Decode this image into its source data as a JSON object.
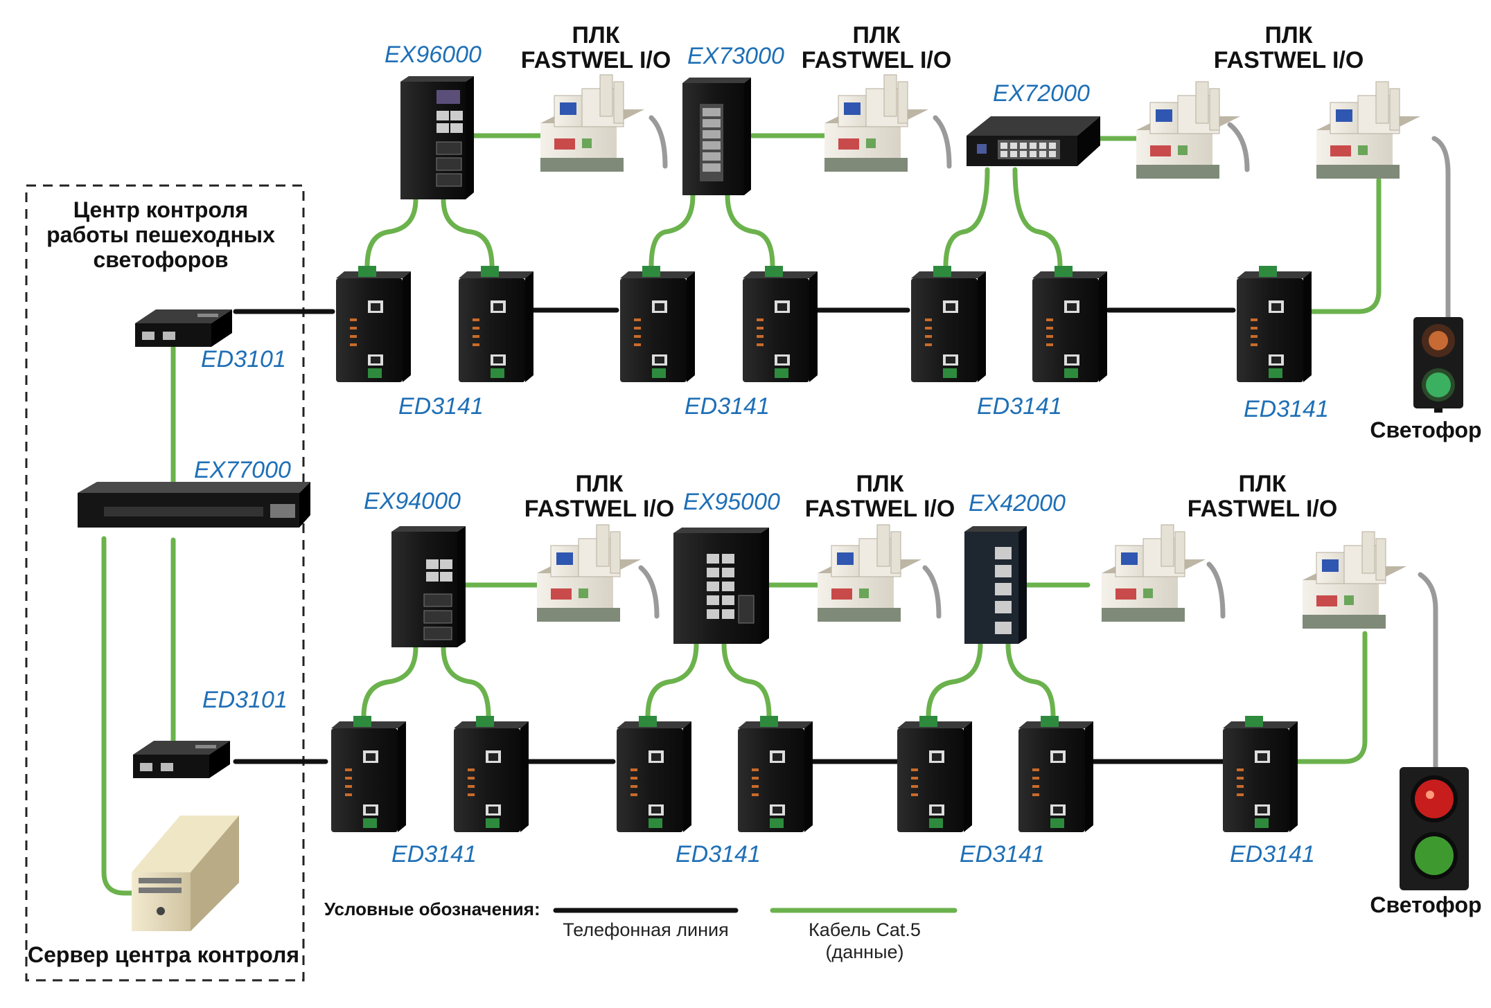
{
  "control_center": {
    "title_lines": [
      "Центр контроля",
      "работы пешеходных",
      "светофоров"
    ],
    "server_label": "Сервер центра контроля"
  },
  "devices": {
    "ed3101_top": "ED3101",
    "ed3101_bottom": "ED3101",
    "ex77000": "EX77000",
    "ed3141": "ED3141",
    "top_row": {
      "switch_1": "EX96000",
      "switch_2": "EX73000",
      "switch_3": "EX72000"
    },
    "bottom_row": {
      "switch_1": "EX94000",
      "switch_2": "EX95000",
      "switch_3": "EX42000"
    }
  },
  "plc": {
    "line1": "ПЛК",
    "line2": "FASTWEL I/O"
  },
  "traffic_light_label": "Светофор",
  "legend": {
    "title": "Условные обозначения:",
    "phone_line": "Телефонная линия",
    "cat5_line1": "Кабель Cat.5",
    "cat5_line2": "(данные)",
    "colors": {
      "phone": "#111111",
      "cat5": "#6bb24d"
    }
  }
}
